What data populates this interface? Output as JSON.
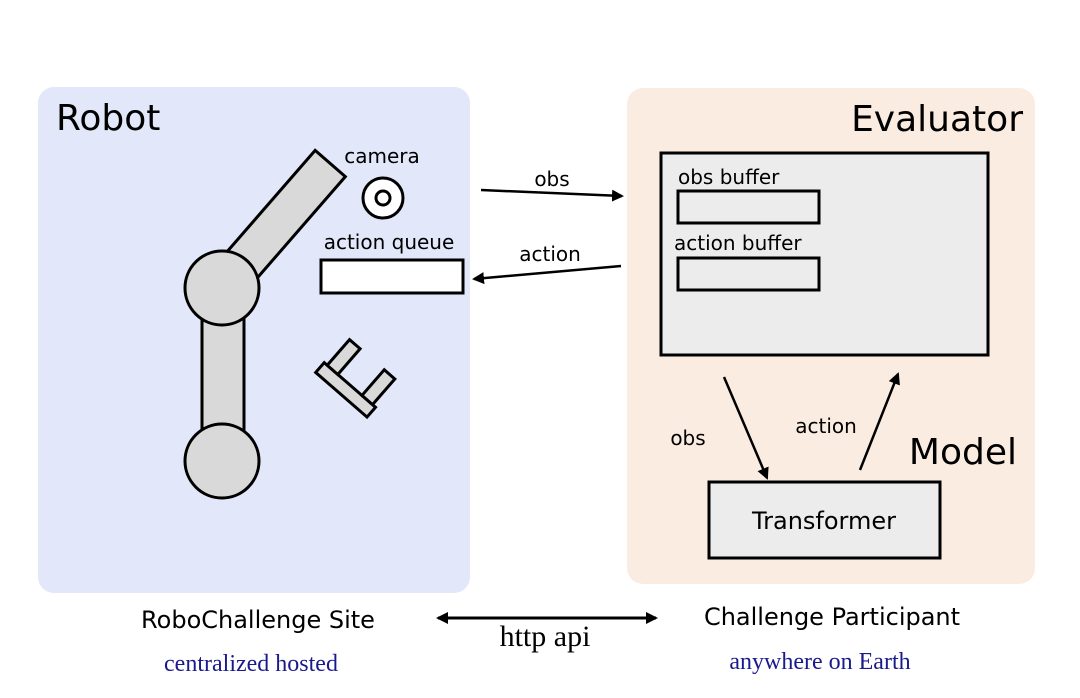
{
  "colors": {
    "robot_panel": "#e2e7f9",
    "evaluator_panel": "#fbece1",
    "box_fill": "#ececec",
    "arm_fill": "#d9d9d9",
    "stroke": "#000000",
    "subtitle": "#1a1a8c"
  },
  "robot": {
    "title": "Robot",
    "camera_label": "camera",
    "action_queue_label": "action queue"
  },
  "evaluator": {
    "title": "Evaluator",
    "obs_buffer_label": "obs buffer",
    "action_buffer_label": "action buffer",
    "model_label": "Model",
    "transformer_label": "Transformer",
    "obs_arrow_label": "obs",
    "action_arrow_label": "action"
  },
  "links": {
    "obs_label": "obs",
    "action_label": "action",
    "http_label": "http api"
  },
  "footer": {
    "left_title": "RoboChallenge Site",
    "left_subtitle": "centralized hosted",
    "right_title": "Challenge Participant",
    "right_subtitle": "anywhere on Earth"
  },
  "icons": {
    "camera": "camera-icon",
    "robot_arm": "robot-arm-icon"
  }
}
